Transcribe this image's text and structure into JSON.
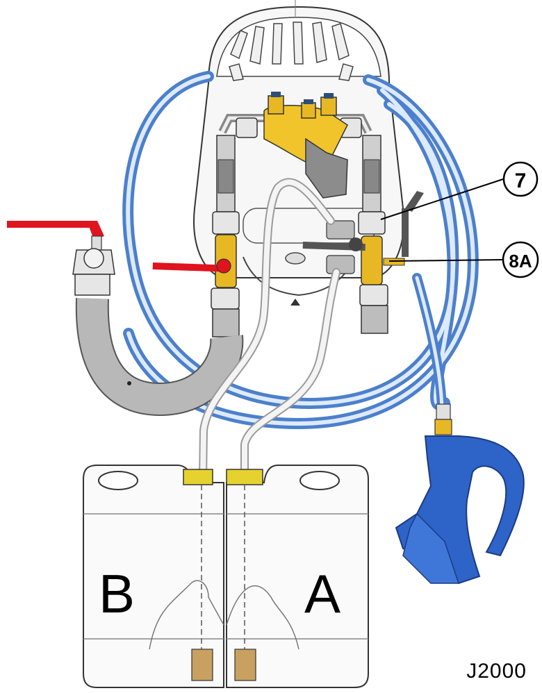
{
  "figure": {
    "code": "J2000",
    "callouts": [
      {
        "label": "7"
      },
      {
        "label": "8A"
      }
    ],
    "containers": [
      {
        "label": "B"
      },
      {
        "label": "A"
      }
    ],
    "colors": {
      "hose_blue": "#5b8fd6",
      "pickup_tube": "#d0d0d0",
      "drain_hose": "#a8a8a8",
      "valve_handle": "#e0141e",
      "brass": "#e8b824",
      "nozzle": "#2e63c8",
      "cap_yellow": "#e6d22e",
      "outline": "#222222"
    }
  }
}
